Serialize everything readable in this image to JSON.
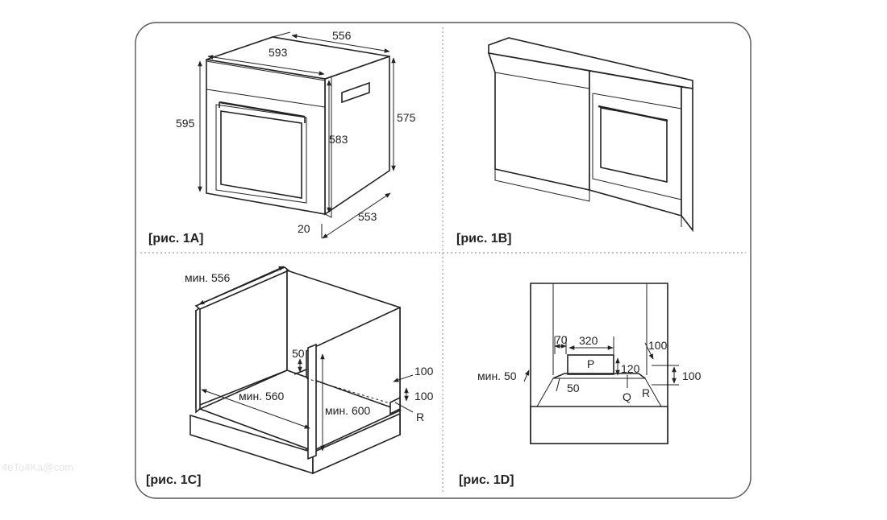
{
  "watermark": "4eTo4Ka@com",
  "panels": {
    "a": {
      "caption": "[рис. 1A]",
      "dims": {
        "d556": "556",
        "d593": "593",
        "d595": "595",
        "d575": "575",
        "d583": "583",
        "d20": "20",
        "d553": "553"
      }
    },
    "b": {
      "caption": "[рис. 1B]"
    },
    "c": {
      "caption": "[рис. 1C]",
      "dims": {
        "min556": "мин. 556",
        "min560": "мин. 560",
        "min600": "мин. 600",
        "d50": "50",
        "d100a": "100",
        "d100b": "100",
        "r": "R"
      }
    },
    "d": {
      "caption": "[рис. 1D]",
      "dims": {
        "d70": "70",
        "d320": "320",
        "p": "P",
        "d120": "120",
        "d100a": "100",
        "d100b": "100",
        "min50": "мин. 50",
        "d50": "50",
        "q": "Q",
        "r": "R"
      }
    }
  }
}
